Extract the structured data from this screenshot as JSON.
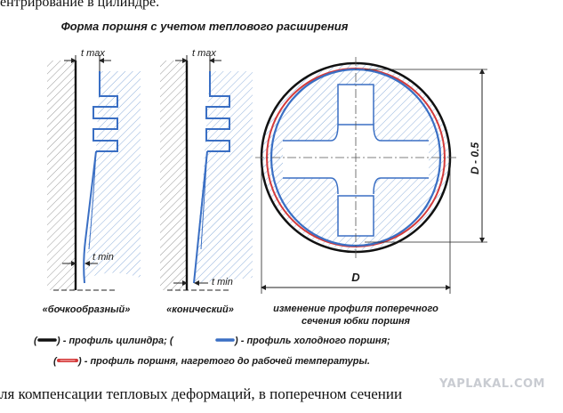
{
  "top_text": "ентрирование в цилиндре.",
  "title": "Форма поршня с учетом теплового расширения",
  "labels": {
    "t_max_1": "t max",
    "t_max_2": "t max",
    "t_min_1": "t min",
    "t_min_2": "t min",
    "d_minus": "D - 0.5",
    "d": "D"
  },
  "captions": {
    "barrel": "«бочкообразный»",
    "conical": "«конический»",
    "cross_1": "изменение профиля поперечного",
    "cross_2": "сечения юбки поршня"
  },
  "legend": {
    "line1_a": "(",
    "line1_b": ") - профиль цилиндра; (",
    "line1_c": ") - профиль холодного поршня;",
    "line2_a": "(",
    "line2_b": ") -  профиль поршня, нагретого до рабочей температуры."
  },
  "bottom_text": "ля компенсации тепловых деформаций, в поперечном сечении",
  "bottom_text_2": "",
  "watermark": "YAPLAKAL.COM",
  "colors": {
    "cylinder": "#111111",
    "cold_piston": "#3a6fc4",
    "hot_piston": "#d33a3a",
    "hatch": "#7fa6d8"
  }
}
